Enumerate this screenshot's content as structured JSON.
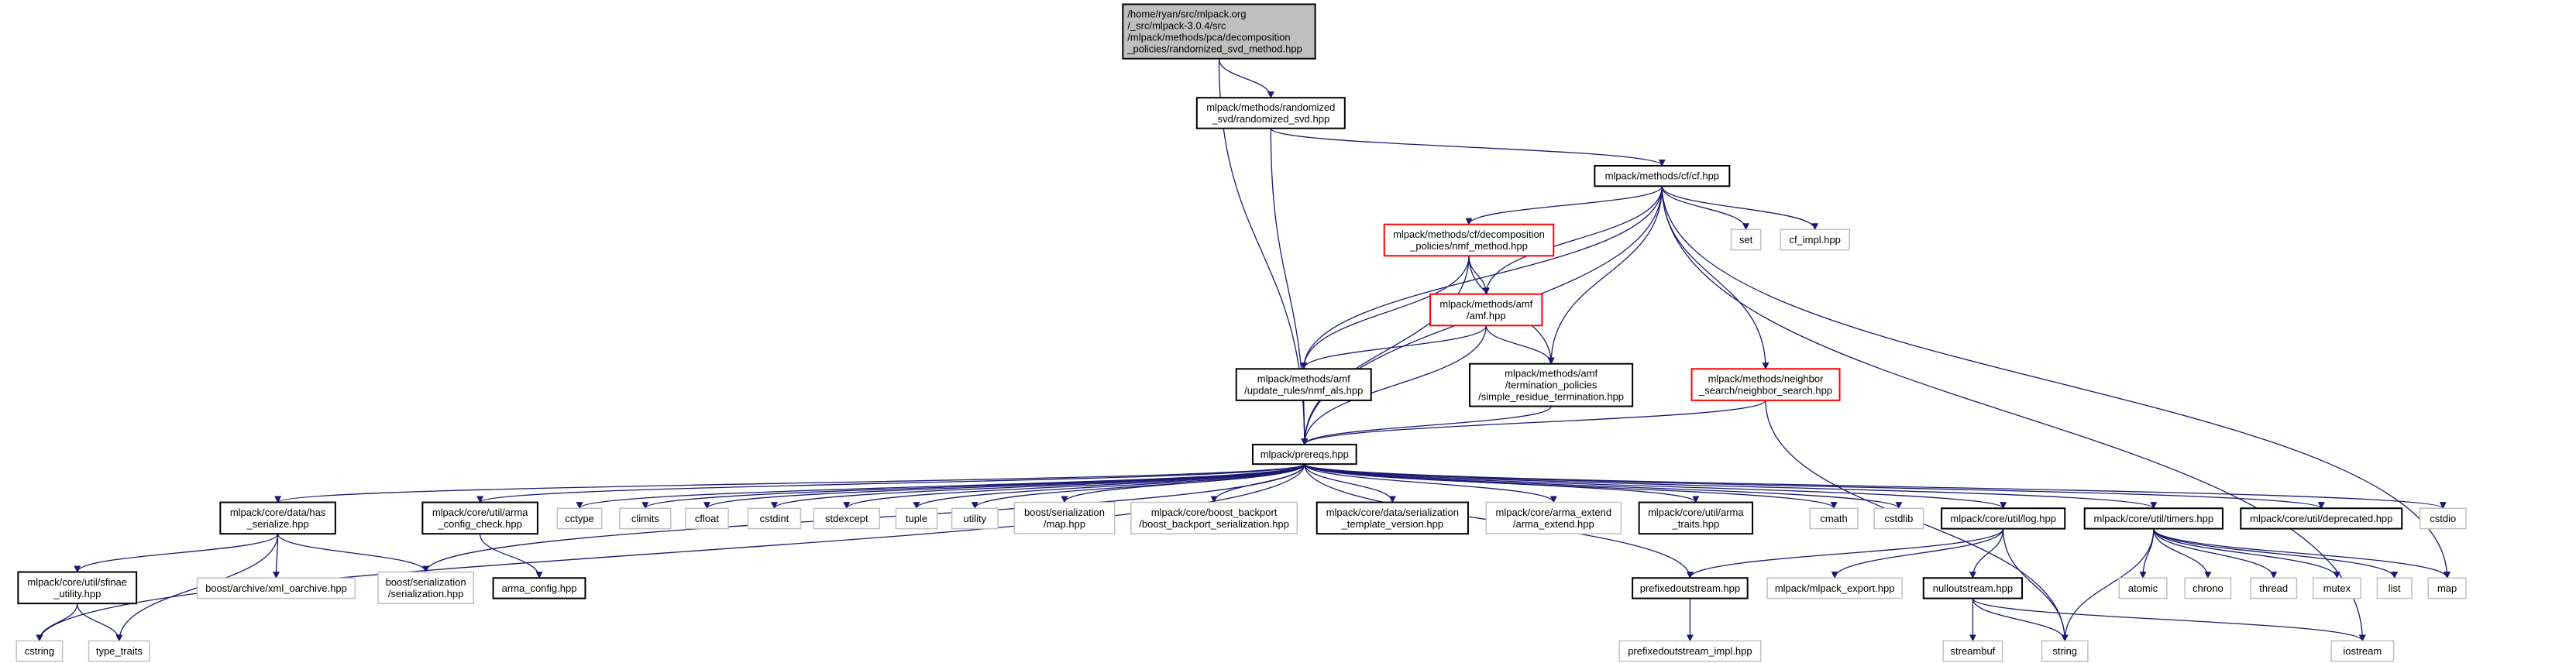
{
  "colors": {
    "edge": "#191970",
    "root_fill": "#bfbfbf",
    "border_black": "#000000",
    "border_red": "#ff0000",
    "border_gray": "#bfbfbf",
    "node_fill": "#ffffff"
  },
  "nodes": [
    {
      "id": "root",
      "style": "root",
      "lines": [
        "/home/ryan/src/mlpack.org",
        "/_src/mlpack-3.0.4/src",
        "/mlpack/methods/pca/decomposition",
        "_policies/randomized_svd_method.hpp"
      ]
    },
    {
      "id": "rsvd",
      "style": "black",
      "lines": [
        "mlpack/methods/randomized",
        "_svd/randomized_svd.hpp"
      ]
    },
    {
      "id": "cf",
      "style": "black",
      "lines": [
        "mlpack/methods/cf/cf.hpp"
      ]
    },
    {
      "id": "nmf",
      "style": "red",
      "lines": [
        "mlpack/methods/cf/decomposition",
        "_policies/nmf_method.hpp"
      ]
    },
    {
      "id": "set",
      "style": "gray",
      "lines": [
        "set"
      ]
    },
    {
      "id": "cf_impl",
      "style": "gray",
      "lines": [
        "cf_impl.hpp"
      ]
    },
    {
      "id": "amf",
      "style": "red",
      "lines": [
        "mlpack/methods/amf",
        "/amf.hpp"
      ]
    },
    {
      "id": "nmf_als",
      "style": "black",
      "lines": [
        "mlpack/methods/amf",
        "/update_rules/nmf_als.hpp"
      ]
    },
    {
      "id": "simple_res",
      "style": "black",
      "lines": [
        "mlpack/methods/amf",
        "/termination_policies",
        "/simple_residue_termination.hpp"
      ]
    },
    {
      "id": "neighbor",
      "style": "red",
      "lines": [
        "mlpack/methods/neighbor",
        "_search/neighbor_search.hpp"
      ]
    },
    {
      "id": "prereqs",
      "style": "black",
      "lines": [
        "mlpack/prereqs.hpp"
      ]
    },
    {
      "id": "has_ser",
      "style": "black",
      "lines": [
        "mlpack/core/data/has",
        "_serialize.hpp"
      ]
    },
    {
      "id": "arma_cc",
      "style": "black",
      "lines": [
        "mlpack/core/util/arma",
        "_config_check.hpp"
      ]
    },
    {
      "id": "cctype",
      "style": "gray",
      "lines": [
        "cctype"
      ]
    },
    {
      "id": "climits",
      "style": "gray",
      "lines": [
        "climits"
      ]
    },
    {
      "id": "cfloat",
      "style": "gray",
      "lines": [
        "cfloat"
      ]
    },
    {
      "id": "cstdint",
      "style": "gray",
      "lines": [
        "cstdint"
      ]
    },
    {
      "id": "stdexcept",
      "style": "gray",
      "lines": [
        "stdexcept"
      ]
    },
    {
      "id": "tuple",
      "style": "gray",
      "lines": [
        "tuple"
      ]
    },
    {
      "id": "utility",
      "style": "gray",
      "lines": [
        "utility"
      ]
    },
    {
      "id": "ser_map",
      "style": "gray",
      "lines": [
        "boost/serialization",
        "/map.hpp"
      ]
    },
    {
      "id": "backport",
      "style": "gray",
      "lines": [
        "mlpack/core/boost_backport",
        "/boost_backport_serialization.hpp"
      ]
    },
    {
      "id": "ser_tmpl",
      "style": "black",
      "lines": [
        "mlpack/core/data/serialization",
        "_template_version.hpp"
      ]
    },
    {
      "id": "arma_ext",
      "style": "gray",
      "lines": [
        "mlpack/core/arma_extend",
        "/arma_extend.hpp"
      ]
    },
    {
      "id": "arma_traits",
      "style": "black",
      "lines": [
        "mlpack/core/util/arma",
        "_traits.hpp"
      ]
    },
    {
      "id": "cmath",
      "style": "gray",
      "lines": [
        "cmath"
      ]
    },
    {
      "id": "cstdlib",
      "style": "gray",
      "lines": [
        "cstdlib"
      ]
    },
    {
      "id": "log",
      "style": "black",
      "lines": [
        "mlpack/core/util/log.hpp"
      ]
    },
    {
      "id": "timers",
      "style": "black",
      "lines": [
        "mlpack/core/util/timers.hpp"
      ]
    },
    {
      "id": "deprecated",
      "style": "black",
      "lines": [
        "mlpack/core/util/deprecated.hpp"
      ]
    },
    {
      "id": "cstdio",
      "style": "gray",
      "lines": [
        "cstdio"
      ]
    },
    {
      "id": "sfinae",
      "style": "black",
      "lines": [
        "mlpack/core/util/sfinae",
        "_utility.hpp"
      ]
    },
    {
      "id": "xml",
      "style": "gray",
      "lines": [
        "boost/archive/xml_oarchive.hpp"
      ]
    },
    {
      "id": "serialization",
      "style": "gray",
      "lines": [
        "boost/serialization",
        "/serialization.hpp"
      ]
    },
    {
      "id": "arma_config",
      "style": "black",
      "lines": [
        "arma_config.hpp"
      ]
    },
    {
      "id": "prefixed",
      "style": "black",
      "lines": [
        "prefixedoutstream.hpp"
      ]
    },
    {
      "id": "export",
      "style": "gray",
      "lines": [
        "mlpack/mlpack_export.hpp"
      ]
    },
    {
      "id": "nullout",
      "style": "black",
      "lines": [
        "nulloutstream.hpp"
      ]
    },
    {
      "id": "atomic",
      "style": "gray",
      "lines": [
        "atomic"
      ]
    },
    {
      "id": "chrono",
      "style": "gray",
      "lines": [
        "chrono"
      ]
    },
    {
      "id": "thread",
      "style": "gray",
      "lines": [
        "thread"
      ]
    },
    {
      "id": "mutex",
      "style": "gray",
      "lines": [
        "mutex"
      ]
    },
    {
      "id": "list",
      "style": "gray",
      "lines": [
        "list"
      ]
    },
    {
      "id": "map",
      "style": "gray",
      "lines": [
        "map"
      ]
    },
    {
      "id": "cstring",
      "style": "gray",
      "lines": [
        "cstring"
      ]
    },
    {
      "id": "type_traits",
      "style": "gray",
      "lines": [
        "type_traits"
      ]
    },
    {
      "id": "prefixed_impl",
      "style": "gray",
      "lines": [
        "prefixedoutstream_impl.hpp"
      ]
    },
    {
      "id": "streambuf",
      "style": "gray",
      "lines": [
        "streambuf"
      ]
    },
    {
      "id": "string",
      "style": "gray",
      "lines": [
        "string"
      ]
    },
    {
      "id": "iostream",
      "style": "gray",
      "lines": [
        "iostream"
      ]
    }
  ],
  "edges": [
    [
      "root",
      "rsvd"
    ],
    [
      "root",
      "prereqs"
    ],
    [
      "rsvd",
      "cf"
    ],
    [
      "rsvd",
      "prereqs"
    ],
    [
      "cf",
      "nmf"
    ],
    [
      "cf",
      "set"
    ],
    [
      "cf",
      "cf_impl"
    ],
    [
      "cf",
      "amf"
    ],
    [
      "cf",
      "nmf_als"
    ],
    [
      "cf",
      "simple_res"
    ],
    [
      "cf",
      "neighbor"
    ],
    [
      "cf",
      "prereqs"
    ],
    [
      "cf",
      "map"
    ],
    [
      "cf",
      "iostream"
    ],
    [
      "nmf",
      "amf"
    ],
    [
      "nmf",
      "nmf_als"
    ],
    [
      "nmf",
      "simple_res"
    ],
    [
      "nmf",
      "prereqs"
    ],
    [
      "amf",
      "nmf_als"
    ],
    [
      "amf",
      "simple_res"
    ],
    [
      "amf",
      "prereqs"
    ],
    [
      "nmf_als",
      "prereqs"
    ],
    [
      "simple_res",
      "prereqs"
    ],
    [
      "neighbor",
      "prereqs"
    ],
    [
      "neighbor",
      "string"
    ],
    [
      "prereqs",
      "has_ser"
    ],
    [
      "prereqs",
      "arma_cc"
    ],
    [
      "prereqs",
      "cctype"
    ],
    [
      "prereqs",
      "climits"
    ],
    [
      "prereqs",
      "cfloat"
    ],
    [
      "prereqs",
      "cstdint"
    ],
    [
      "prereqs",
      "stdexcept"
    ],
    [
      "prereqs",
      "tuple"
    ],
    [
      "prereqs",
      "utility"
    ],
    [
      "prereqs",
      "ser_map"
    ],
    [
      "prereqs",
      "backport"
    ],
    [
      "prereqs",
      "ser_tmpl"
    ],
    [
      "prereqs",
      "arma_ext"
    ],
    [
      "prereqs",
      "arma_traits"
    ],
    [
      "prereqs",
      "cmath"
    ],
    [
      "prereqs",
      "cstdlib"
    ],
    [
      "prereqs",
      "log"
    ],
    [
      "prereqs",
      "timers"
    ],
    [
      "prereqs",
      "deprecated"
    ],
    [
      "prereqs",
      "cstdio"
    ],
    [
      "prereqs",
      "cstring"
    ],
    [
      "prereqs",
      "serialization"
    ],
    [
      "prereqs",
      "prefixed"
    ],
    [
      "has_ser",
      "sfinae"
    ],
    [
      "has_ser",
      "xml"
    ],
    [
      "has_ser",
      "serialization"
    ],
    [
      "has_ser",
      "type_traits"
    ],
    [
      "arma_cc",
      "arma_config"
    ],
    [
      "sfinae",
      "cstring"
    ],
    [
      "sfinae",
      "type_traits"
    ],
    [
      "log",
      "prefixed"
    ],
    [
      "log",
      "export"
    ],
    [
      "log",
      "nullout"
    ],
    [
      "log",
      "string"
    ],
    [
      "timers",
      "string"
    ],
    [
      "timers",
      "atomic"
    ],
    [
      "timers",
      "chrono"
    ],
    [
      "timers",
      "thread"
    ],
    [
      "timers",
      "mutex"
    ],
    [
      "timers",
      "list"
    ],
    [
      "timers",
      "map"
    ],
    [
      "prefixed",
      "prefixed_impl"
    ],
    [
      "nullout",
      "streambuf"
    ],
    [
      "nullout",
      "string"
    ],
    [
      "nullout",
      "iostream"
    ]
  ]
}
